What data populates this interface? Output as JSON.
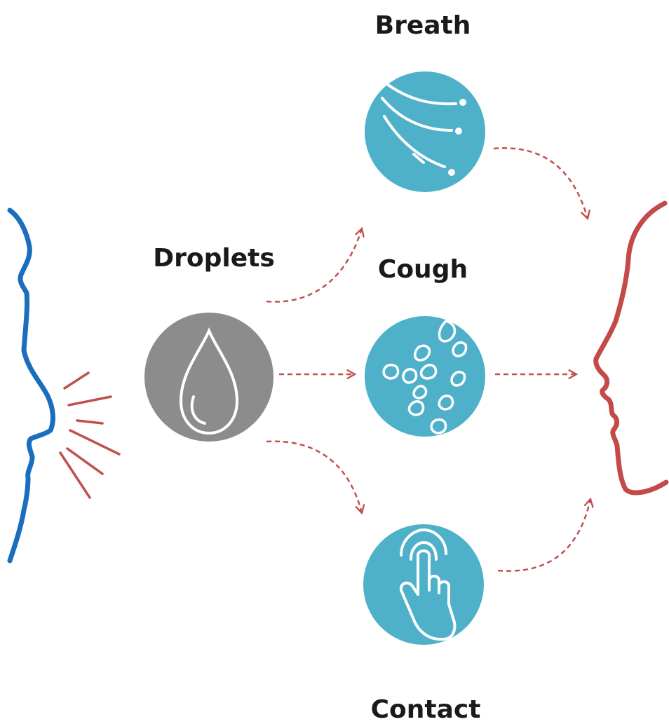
{
  "diagram": {
    "labels": {
      "droplets": "Droplets",
      "breath": "Breath",
      "cough": "Cough",
      "contact": "Contact"
    },
    "colors": {
      "source_head": "#1a6ebd",
      "target_head": "#c44a4a",
      "droplets_circle": "#8c8c8c",
      "route_circle": "#4fb1c9",
      "arrows": "#c0504d",
      "label_text": "#1a1a1a"
    },
    "icons": {
      "source": "speaking-head-profile-icon",
      "emission": "speech-lines-icon",
      "droplets": "water-drop-icon",
      "breath": "airflow-lines-icon",
      "cough": "droplet-particles-icon",
      "contact": "pointing-hand-icon",
      "target": "receiving-head-profile-icon"
    }
  }
}
